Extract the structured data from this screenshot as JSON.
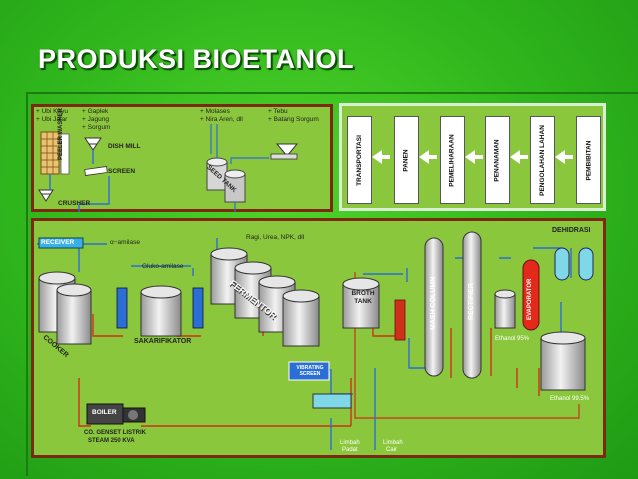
{
  "title": "PRODUKSI BIOETANOL",
  "raw_materials": {
    "col1": [
      "Ubi Kayu",
      "Ubi Jalar"
    ],
    "col2": [
      "Gaplek",
      "Jagung",
      "Sorgum"
    ],
    "col3": [
      "Molases",
      "Nira Aren, dll"
    ],
    "col4": [
      "Tebu",
      "Batang Sorgum"
    ]
  },
  "units": {
    "peeler_washer": "PEELER WASHER",
    "dish_mill": "DISH MILL",
    "screen": "SCREEN",
    "crusher": "CRUSHER",
    "seed_tank": "SEED TANK",
    "receiver": "RECEIVER",
    "alpha_amilase": "α−amilase",
    "gluko_amilase": "Gluko-amilase",
    "cooker": "COOKER",
    "sakarifikator": "SAKARIFIKATOR",
    "ragi": "Ragi, Urea, NPK, dll",
    "fermentor": "FERMENTOR",
    "vibrating_screen": "VIBRATING SCREEN",
    "broth_tank": "BROTH TANK",
    "mash_column": "MASH COLUMN",
    "rectifier": "RECTIFIER",
    "evaporator": "EVAPORATOR",
    "dehidrasi": "DEHIDRASI",
    "ethanol_95": "Ethanol 95%",
    "ethanol_995": "Ethanol 99.5%",
    "boiler": "BOILER",
    "genset_line1": "CO. GENSET LISTRIK",
    "genset_line2": "STEAM 250 KVA",
    "limbah_padat_1": "Limbah",
    "limbah_padat_2": "Padat",
    "limbah_cair_1": "Limbah",
    "limbah_cair_2": "Cair"
  },
  "steps": [
    "TRANSPORTASI",
    "PANEN",
    "PEMELIHARAAN",
    "PENANAMAN",
    "PENGOLAHAN LAHAN",
    "PEMBIBITAN"
  ],
  "colors": {
    "background": "#2fb51c",
    "panel": "#8bc73c",
    "panel_border": "#7a2a12",
    "pipe_blue": "#2b6fd6",
    "pipe_red": "#d0301a",
    "tank_gray": "#c8c8c8",
    "evaporator_red": "#e4281a",
    "dehidrasi_cyan": "#7fd8e8"
  }
}
